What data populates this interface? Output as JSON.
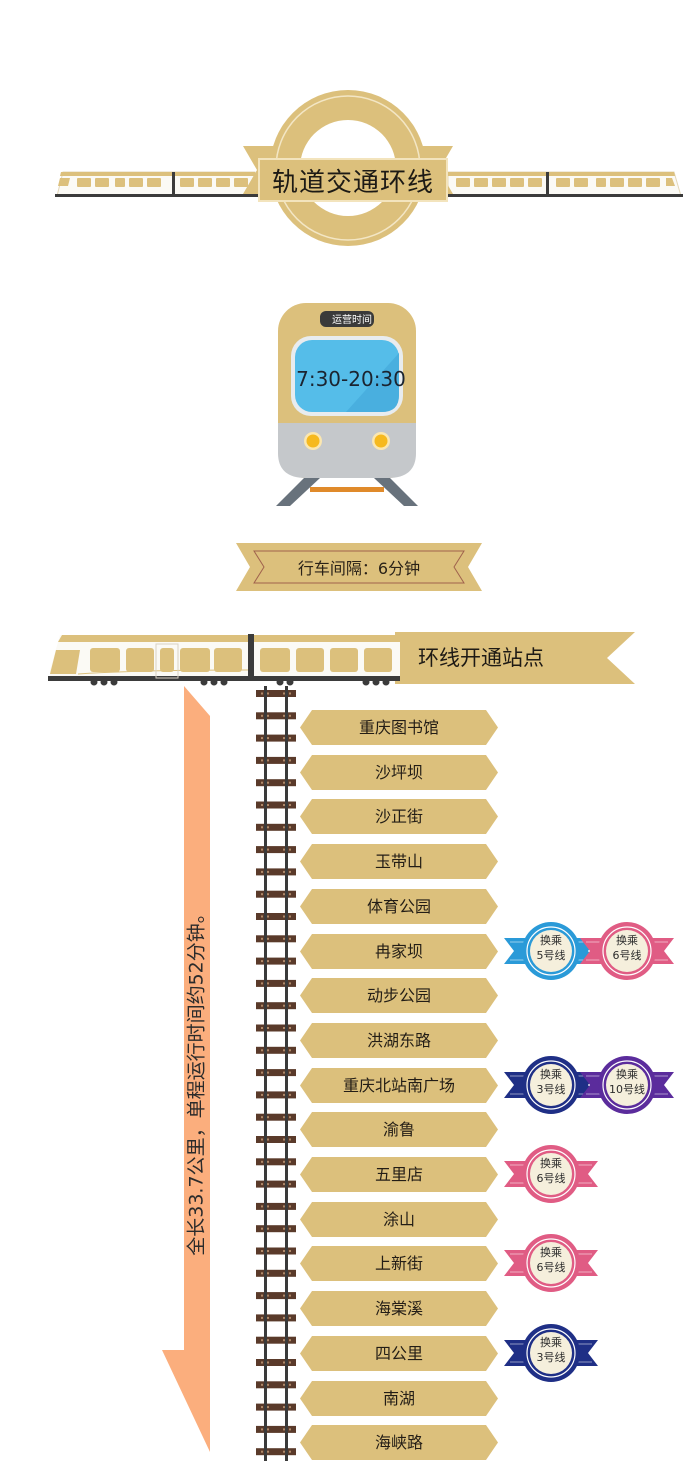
{
  "header": {
    "title": "轨道交通环线"
  },
  "operating_hours": {
    "label": "运营时间",
    "value": "7:30-20:30"
  },
  "interval": {
    "text": "行车间隔：6分钟"
  },
  "stations_section": {
    "title": "环线开通站点",
    "caption": "全长33.7公里，单程运行时间约52分钟。",
    "stations": [
      {
        "name": "重庆图书馆",
        "transfers": []
      },
      {
        "name": "沙坪坝",
        "transfers": []
      },
      {
        "name": "沙正街",
        "transfers": []
      },
      {
        "name": "玉带山",
        "transfers": []
      },
      {
        "name": "体育公园",
        "transfers": []
      },
      {
        "name": "冉家坝",
        "transfers": [
          {
            "line1": "换乘",
            "line2": "5号线",
            "color": "#2a9ad8"
          },
          {
            "line1": "换乘",
            "line2": "6号线",
            "color": "#e05c84"
          }
        ]
      },
      {
        "name": "动步公园",
        "transfers": []
      },
      {
        "name": "洪湖东路",
        "transfers": []
      },
      {
        "name": "重庆北站南广场",
        "transfers": [
          {
            "line1": "换乘",
            "line2": "3号线",
            "color": "#1f2f86"
          },
          {
            "line1": "换乘",
            "line2": "10号线",
            "color": "#5b2c9c"
          }
        ]
      },
      {
        "name": "渝鲁",
        "transfers": []
      },
      {
        "name": "五里店",
        "transfers": [
          {
            "line1": "换乘",
            "line2": "6号线",
            "color": "#e05c84"
          }
        ]
      },
      {
        "name": "涂山",
        "transfers": []
      },
      {
        "name": "上新街",
        "transfers": [
          {
            "line1": "换乘",
            "line2": "6号线",
            "color": "#e05c84"
          }
        ]
      },
      {
        "name": "海棠溪",
        "transfers": []
      },
      {
        "name": "四公里",
        "transfers": [
          {
            "line1": "换乘",
            "line2": "3号线",
            "color": "#1f2f86"
          }
        ]
      },
      {
        "name": "南湖",
        "transfers": []
      },
      {
        "name": "海峡路",
        "transfers": []
      }
    ]
  },
  "colors": {
    "gold": "#dcc07c",
    "gold_dark": "#c9a861",
    "arrow": "#fbae7d",
    "rail": "#3a3a3a",
    "sleeper": "#5a3a2a",
    "screen": "#55bde9"
  }
}
